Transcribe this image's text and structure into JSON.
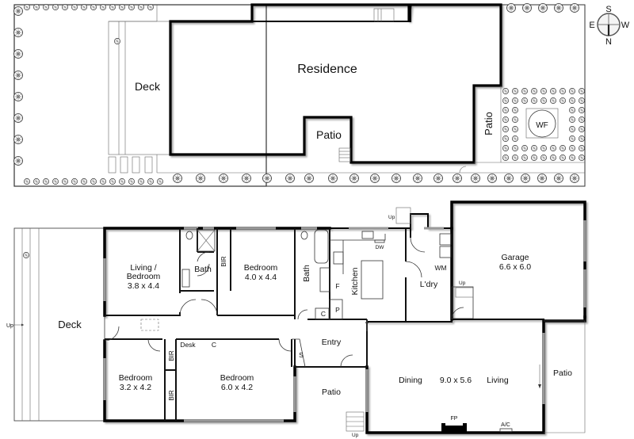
{
  "site_plan": {
    "labels": {
      "residence": "Residence",
      "deck": "Deck",
      "patio_center": "Patio",
      "patio_side": "Patio",
      "wf": "WF"
    },
    "compass": {
      "n": "N",
      "s": "S",
      "e": "E",
      "w": "W"
    }
  },
  "floor_plan": {
    "rooms": {
      "deck": {
        "name": "Deck"
      },
      "living_bedroom": {
        "name_line1": "Living /",
        "name_line2": "Bedroom",
        "size": "3.8 x 4.4"
      },
      "bath1": {
        "name": "Bath"
      },
      "bir1": {
        "name": "BIR"
      },
      "bedroom_a": {
        "name": "Bedroom",
        "size": "4.0 x 4.4"
      },
      "bath2": {
        "name": "Bath"
      },
      "kitchen": {
        "name": "Kitchen"
      },
      "laundry": {
        "name": "L'dry"
      },
      "wm": {
        "name": "WM"
      },
      "garage": {
        "name": "Garage",
        "size": "6.6 x 6.0"
      },
      "bedroom_b": {
        "name": "Bedroom",
        "size": "3.2 x 4.2"
      },
      "bir2": {
        "name": "BIR"
      },
      "bir3": {
        "name": "BIR"
      },
      "desk": {
        "name": "Desk"
      },
      "cupboard1": {
        "name": "C"
      },
      "bedroom_c": {
        "name": "Bedroom",
        "size": "6.0 x 4.2"
      },
      "store": {
        "name": "S"
      },
      "entry": {
        "name": "Entry"
      },
      "cupboard2": {
        "name": "C"
      },
      "pantry": {
        "name": "P"
      },
      "fridge": {
        "name": "F"
      },
      "dishwasher": {
        "name": "DW"
      },
      "patio_front": {
        "name": "Patio"
      },
      "dining_living": {
        "dining": "Dining",
        "size": "9.0 x 5.6",
        "living": "Living"
      },
      "patio_side": {
        "name": "Patio"
      }
    },
    "fixtures": {
      "fireplace": "FP",
      "aircon": "A/C"
    },
    "stairs": {
      "up1": "Up",
      "up2": "Up",
      "up3": "Up",
      "up4": "Up"
    }
  }
}
